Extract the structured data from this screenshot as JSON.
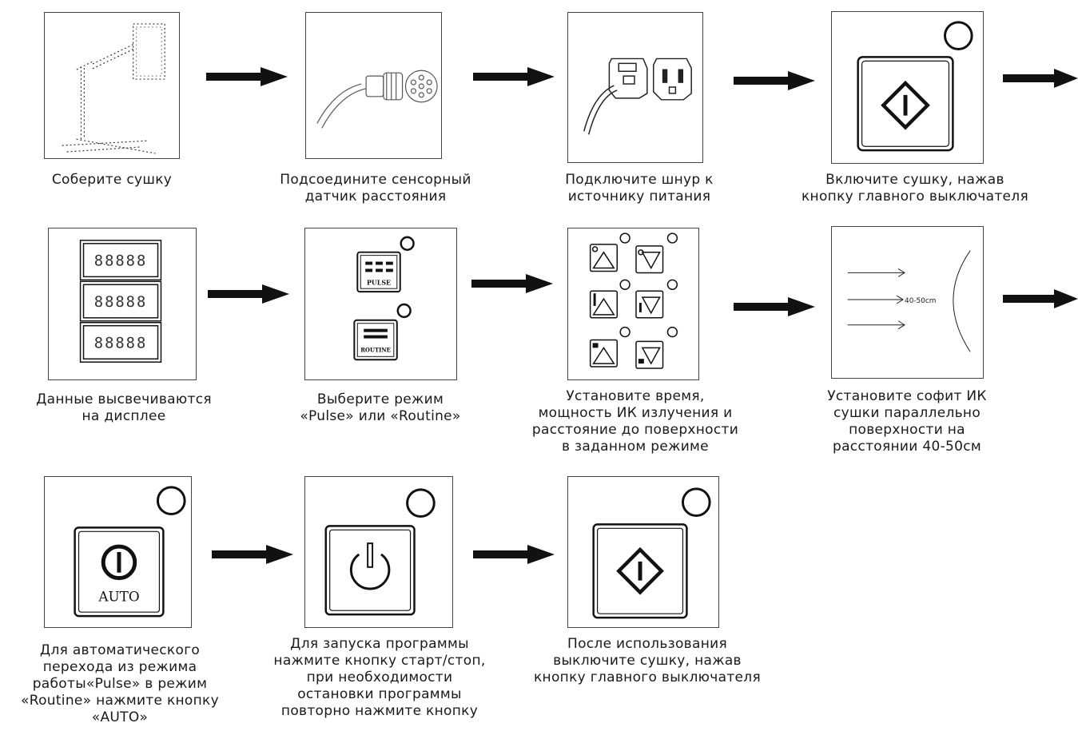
{
  "steps": [
    {
      "caption": [
        "Соберите сушку"
      ],
      "icon": "dryer-stand-icon"
    },
    {
      "caption": [
        "Подсоедините сенсорный",
        "датчик расстояния"
      ],
      "icon": "sensor-connector-icon"
    },
    {
      "caption": [
        "Подключите шнур к",
        "источнику питания"
      ],
      "icon": "power-plug-icon"
    },
    {
      "caption": [
        "Включите  сушку, нажав",
        "кнопку главного выключателя"
      ],
      "icon": "main-switch-icon"
    },
    {
      "caption": [
        "Данные высвечиваются",
        "на дисплее"
      ],
      "icon": "display-icon"
    },
    {
      "caption": [
        "Выберите режим",
        "«Pulse» или «Routine»"
      ],
      "icon": "mode-select-icon"
    },
    {
      "caption": [
        "Установите время,",
        "мощность ИК излучения  и",
        "расстояние до поверхности",
        "в заданном режиме"
      ],
      "icon": "settings-panel-icon"
    },
    {
      "caption": [
        "Установите софит ИК",
        "сушки параллельно",
        "поверхности на",
        "расстоянии 40-50см"
      ],
      "icon": "distance-icon"
    },
    {
      "caption": [
        "Для автоматического",
        "перехода из  режима",
        "работы«Pulse» в режим",
        "«Routine» нажмите кнопку",
        "«AUTO»"
      ],
      "icon": "auto-button-icon"
    },
    {
      "caption": [
        "Для запуска программы",
        "нажмите кнопку старт/стоп,",
        "при необходимости",
        "остановки программы",
        "повторно нажмите кнопку"
      ],
      "icon": "start-stop-button-icon"
    },
    {
      "caption": [
        "После использования",
        "выключите  сушку, нажав",
        "кнопку главного выключателя"
      ],
      "icon": "main-switch-off-icon"
    }
  ],
  "labels": {
    "display_digits": "88888",
    "pulse": "PULSE",
    "routine": "ROUTINE",
    "distance": "40-50cm",
    "auto": "AUTO"
  }
}
